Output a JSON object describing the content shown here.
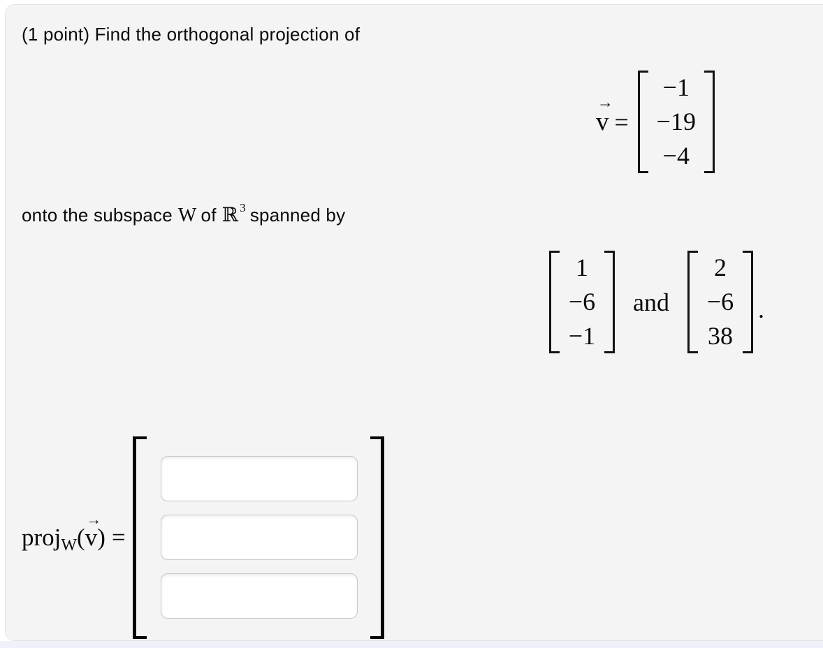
{
  "colors": {
    "panel_bg": "#f4f4f4",
    "page_bg": "#ffffff",
    "bottom_strip": "#eef2f8",
    "panel_border": "#e3e3e3",
    "input_border": "#c9c9c9",
    "text": "#0a0a0a"
  },
  "problem": {
    "line1": "(1 point) Find the orthogonal projection of",
    "line2": {
      "part1": "onto the subspace",
      "w_symbol": "W",
      "part2": "of",
      "r_symbol": "ℝ",
      "r_exponent": "3",
      "part3": "spanned by"
    }
  },
  "vector_v": {
    "name": "v",
    "arrow": "→",
    "equals": "=",
    "rows": [
      "−1",
      "−19",
      "−4"
    ]
  },
  "span_vectors": {
    "u1_rows": [
      "1",
      "−6",
      "−1"
    ],
    "connector": "and",
    "u2_rows": [
      "2",
      "−6",
      "38"
    ],
    "trailing_period": "."
  },
  "answer": {
    "proj": "proj",
    "sub": "W",
    "open_paren": "(",
    "vec_name": "v",
    "vec_arrow": "→",
    "close_paren": ")",
    "equals": "=",
    "inputs": [
      {
        "value": "",
        "placeholder": ""
      },
      {
        "value": "",
        "placeholder": ""
      },
      {
        "value": "",
        "placeholder": ""
      }
    ]
  }
}
